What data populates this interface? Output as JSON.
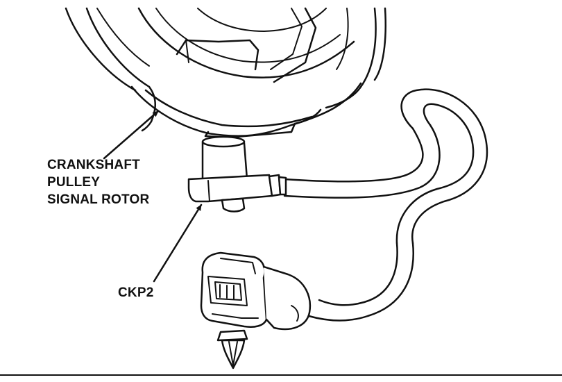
{
  "labels": {
    "rotor": {
      "line1": "CRANKSHAFT",
      "line2": "PULLEY",
      "line3": "SIGNAL ROTOR"
    },
    "sensor": "CKP2"
  },
  "colors": {
    "ink": "#111111",
    "paper": "#ffffff"
  }
}
